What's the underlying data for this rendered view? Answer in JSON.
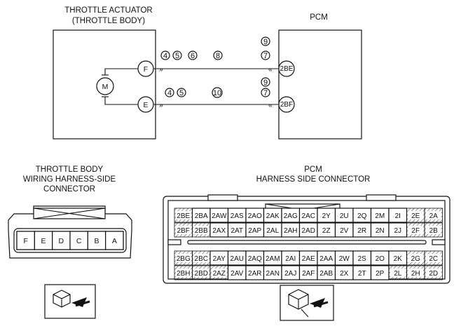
{
  "actuator": {
    "title_line1": "THROTTLE ACTUATOR",
    "title_line2": "(THROTTLE BODY)",
    "motor_label": "M",
    "terminal_f": "F",
    "terminal_e": "E"
  },
  "pcm": {
    "title": "PCM",
    "terminal_top": "2BE",
    "terminal_bottom": "2BF"
  },
  "wire_top": {
    "left_marks": [
      "4",
      "5",
      "6",
      "8"
    ],
    "right_marks": [
      "9",
      "7",
      "9"
    ]
  },
  "wire_bottom": {
    "left_marks": [
      "4",
      "5",
      "10"
    ],
    "right_marks": [
      "7"
    ]
  },
  "tb_connector": {
    "title_line1": "THROTTLE BODY",
    "title_line2": "WIRING HARNESS-SIDE",
    "title_line3": "CONNECTOR",
    "pins": [
      "F",
      "E",
      "D",
      "C",
      "B",
      "A"
    ]
  },
  "pcm_connector": {
    "title_line1": "PCM",
    "title_line2": "HARNESS SIDE CONNECTOR",
    "rows": [
      [
        "2BE",
        "2BA",
        "2AW",
        "2AS",
        "2AO",
        "2AK",
        "2AG",
        "2AC",
        "2Y",
        "2U",
        "2Q",
        "2M",
        "2I",
        "2E",
        "2A"
      ],
      [
        "2BF",
        "2BB",
        "2AX",
        "2AT",
        "2AP",
        "2AL",
        "2AH",
        "2AD",
        "2Z",
        "2V",
        "2R",
        "2N",
        "2J",
        "2F",
        "2B"
      ],
      [
        "2BG",
        "2BC",
        "2AY",
        "2AU",
        "2AQ",
        "2AM",
        "2AI",
        "2AE",
        "2AA",
        "2W",
        "2S",
        "2O",
        "2K",
        "2G",
        "2C"
      ],
      [
        "2BH",
        "2BD",
        "2AZ",
        "2AV",
        "2AR",
        "2AN",
        "2AJ",
        "2AF",
        "2AB",
        "2X",
        "2T",
        "2P",
        "2L",
        "2H",
        "2D"
      ]
    ]
  }
}
